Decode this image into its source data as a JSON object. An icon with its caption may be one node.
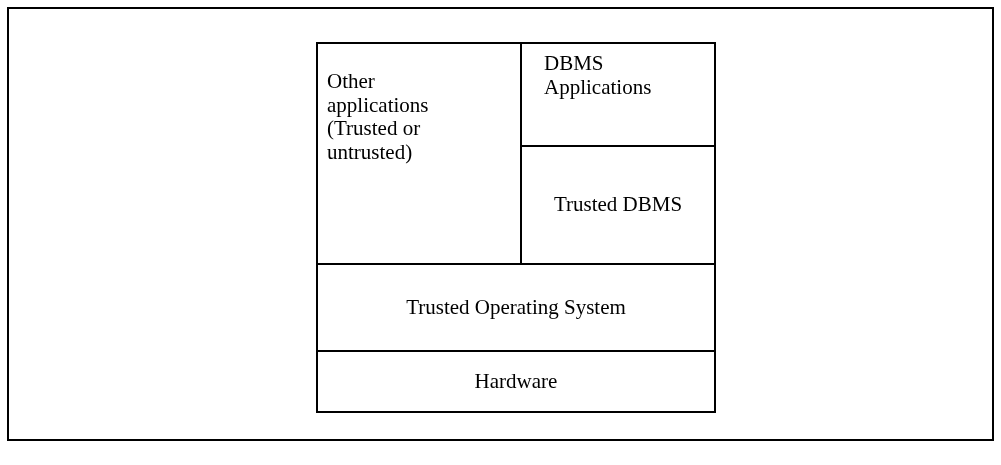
{
  "diagram": {
    "nodes": [
      {
        "text": [
          "Other applications (Trusted or untrusted)"
        ]
      },
      {
        "text": [
          "DBMS Applications"
        ]
      },
      {
        "text": [
          "Trusted DBMS"
        ]
      },
      {
        "text": [
          "Trusted Operating System"
        ]
      },
      {
        "text": [
          "Hardware"
        ]
      }
    ]
  }
}
